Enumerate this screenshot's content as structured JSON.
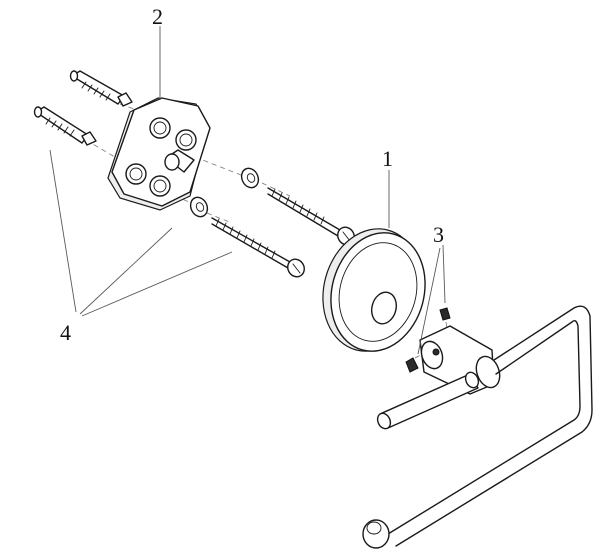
{
  "callouts": [
    {
      "id": "rosette",
      "label": "1"
    },
    {
      "id": "mounting-plate",
      "label": "2"
    },
    {
      "id": "set-screws",
      "label": "3"
    },
    {
      "id": "fixings",
      "label": "4"
    }
  ],
  "colors": {
    "line": "#1a1a1a",
    "leader": "#5a5a5a",
    "background": "#ffffff"
  }
}
